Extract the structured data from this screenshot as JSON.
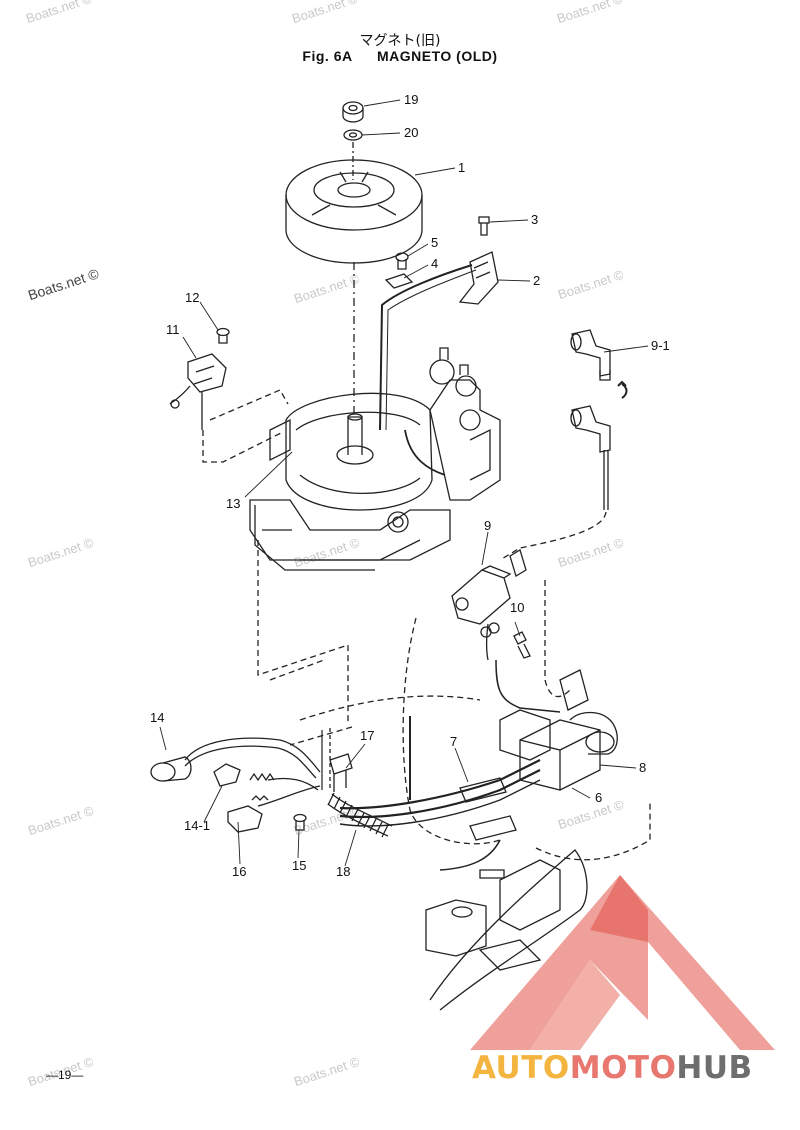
{
  "header": {
    "title_jp": "マグネト(旧)",
    "fig_label": "Fig. 6A",
    "fig_title": "MAGNETO (OLD)"
  },
  "watermark": "Boats.net ©",
  "page_number": "—19—",
  "callouts": [
    "19",
    "20",
    "1",
    "3",
    "5",
    "4",
    "2",
    "12",
    "11",
    "9-1",
    "13",
    "9",
    "10",
    "14",
    "17",
    "7",
    "8",
    "14-1",
    "6",
    "16",
    "15",
    "18"
  ],
  "logo": {
    "part1": "AUTO",
    "part2": "MOTO",
    "part3": "HUB",
    "colors": {
      "gold": "#f3b53f",
      "red": "#e87770",
      "gray": "#6e6e6e"
    }
  }
}
